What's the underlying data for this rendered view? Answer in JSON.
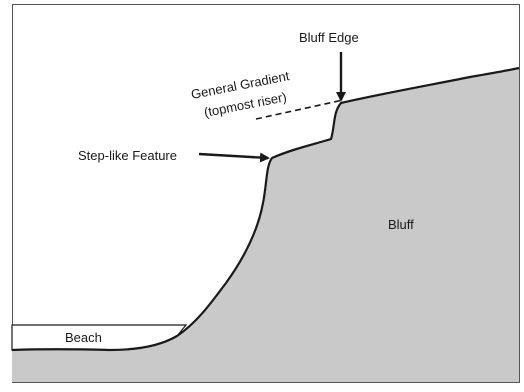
{
  "labels": {
    "bluff_edge": "Bluff Edge",
    "general_gradient_line1": "General Gradient",
    "general_gradient_line2": "(topmost riser)",
    "step_like_feature": "Step-like Feature",
    "bluff": "Bluff",
    "beach": "Beach"
  },
  "colors": {
    "bluff_fill": "#c9c9c9",
    "outline": "#1a1a1a",
    "frame": "#555555",
    "background": "#ffffff"
  }
}
